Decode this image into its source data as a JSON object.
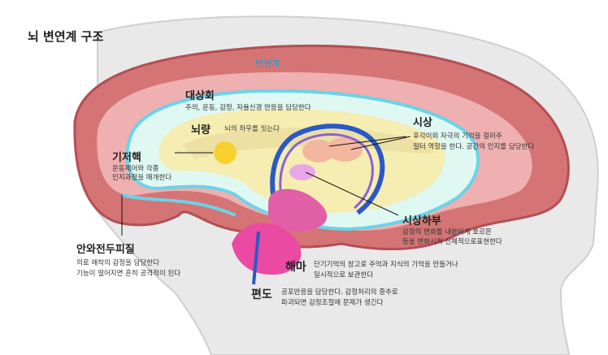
{
  "title": "뇌 변연계 구조",
  "labels": {
    "limbic": "변연계",
    "cingulate": {
      "name": "대상회",
      "desc": "주의, 운동, 감정, 자율신경 반응을 담당한다"
    },
    "corpus": {
      "name": "뇌량",
      "desc": "뇌의 좌우를 잇는다"
    },
    "basal": {
      "name": "기저핵",
      "desc1": "운동제어와 각종",
      "desc2": "인지과정을 매개한다"
    },
    "thalamus": {
      "name": "시상",
      "desc1": "후각이외 자극의 기억을 걸러주",
      "desc2": "필터 역할을 한다. 공간의 인지를 담당한다"
    },
    "hypothalamus": {
      "name": "시상하부",
      "desc1": "감정의 변화를 내분비계 호르몬",
      "desc2": "등을 변화시켜 신체적으로표현한다"
    },
    "orbitofrontal": {
      "name": "안와전두피질",
      "desc1": "의로 애착의 감정을 담당한다",
      "desc2": "기능이 떨어지면 흔히 공격적이 된다"
    },
    "hippocampus": {
      "name": "해마",
      "desc1": "단기기억의 창고로 주억과 지식의 기억을 만들거나",
      "desc2": "일시적으로 보관한다"
    },
    "amygdala": {
      "name": "편도",
      "desc1": "공포반응을 담당한다. 감정처리의 중추로",
      "desc2": "파괴되면 감정조절에 문제가 생긴다"
    }
  },
  "colors": {
    "brain_outer": "#cf6f6f",
    "brain_inner": "#eaa1a1",
    "limbic_ring": "#d9f7f1",
    "limbic_border": "#6bd3e8",
    "cingulate": "#f3e9a8",
    "basal": "#f6d12f",
    "thalamus": "#f3b7a0",
    "hippocampus": "#e05fa6",
    "amygdala": "#ea4aa1",
    "blue_tract": "#2a58c9",
    "head": "#e7e7e7"
  }
}
